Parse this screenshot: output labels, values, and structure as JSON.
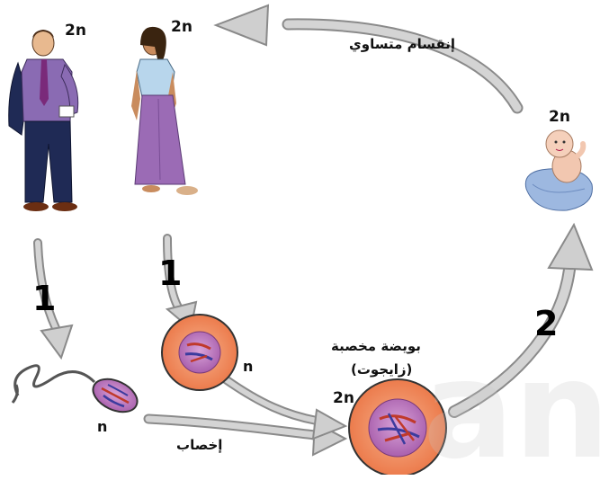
{
  "labels": {
    "man_ploidy": "2n",
    "woman_ploidy": "2n",
    "baby_ploidy": "2n",
    "zygote_ploidy": "2n",
    "sperm_ploidy": "n",
    "egg_ploidy": "n",
    "step_1_left": "1",
    "step_1_right": "1",
    "step_2": "2",
    "mitosis": "إنقسام متساوي",
    "fertilized_egg_line1": "بويضة مخصبة",
    "fertilized_egg_line2": "(زايجوت)",
    "fertilization": "إخصاب"
  },
  "colors": {
    "arrow_fill": "#c9c9c9",
    "arrow_stroke": "#8a8a8a",
    "cell_outer": "#f08a5d",
    "cell_inner": "#b86bb8",
    "chromosome_red": "#c0392b",
    "chromosome_blue": "#3b3b9e",
    "dress": "#9b6bb5",
    "suit": "#1f2a55",
    "blanket": "#9db8e0"
  }
}
